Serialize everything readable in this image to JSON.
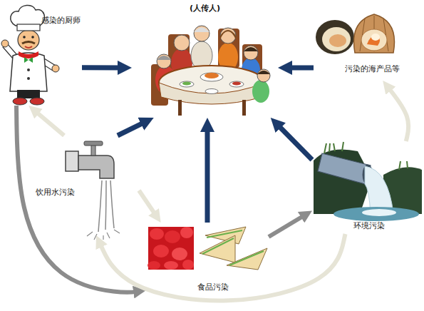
{
  "diagram": {
    "nodes": [
      {
        "text": [
          "(人传人)"
        ]
      },
      {
        "text": [
          "感染的厨师"
        ]
      },
      {
        "text": [
          "污染的海产品等"
        ]
      },
      {
        "text": [
          "饮用水污染"
        ]
      },
      {
        "text": [
          "环境污染"
        ]
      },
      {
        "text": [
          "食品污染"
        ]
      }
    ],
    "edges": [
      {
        "from": 1,
        "to": 0,
        "arrow": "to"
      },
      {
        "from": 2,
        "to": 0,
        "arrow": "to"
      },
      {
        "from": 3,
        "to": 0,
        "arrow": "to"
      },
      {
        "from": 5,
        "to": 0,
        "arrow": "to"
      },
      {
        "from": 4,
        "to": 0,
        "arrow": "to"
      },
      {
        "from": 1,
        "to": 5,
        "arrow": "to"
      },
      {
        "from": 5,
        "to": 4,
        "arrow": "to"
      },
      {
        "from": 3,
        "to": 1,
        "arrow": "to"
      },
      {
        "from": 3,
        "to": 5,
        "arrow": "to"
      },
      {
        "from": 4,
        "to": 3,
        "arrow": "to"
      },
      {
        "from": 4,
        "to": 2,
        "arrow": "to"
      }
    ]
  }
}
